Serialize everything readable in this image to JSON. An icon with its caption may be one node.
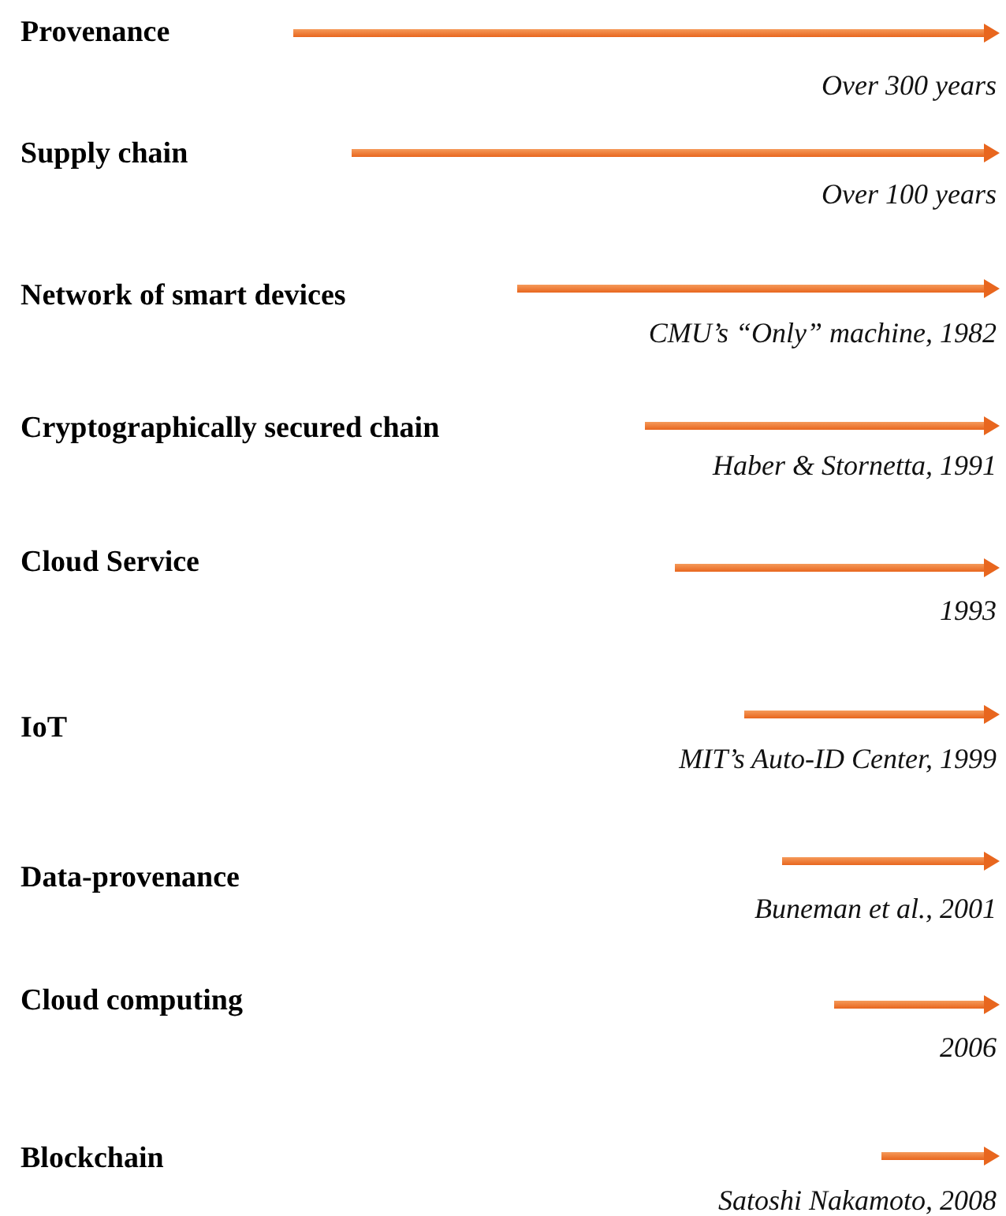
{
  "diagram": {
    "labels": [
      "Provenance",
      "Over 300 years",
      "Supply chain",
      "Over 100 years",
      "Network of smart devices",
      "CMU’s “Only” machine, 1982",
      "Cryptographically secured chain",
      "Haber & Stornetta, 1991",
      "Cloud Service",
      "1993",
      "IoT",
      "MIT’s Auto-ID Center, 1999",
      "Data-provenance",
      "Buneman et al., 2001",
      "Cloud computing",
      "2006",
      "Blockchain",
      "Satoshi Nakamoto, 2008"
    ]
  }
}
